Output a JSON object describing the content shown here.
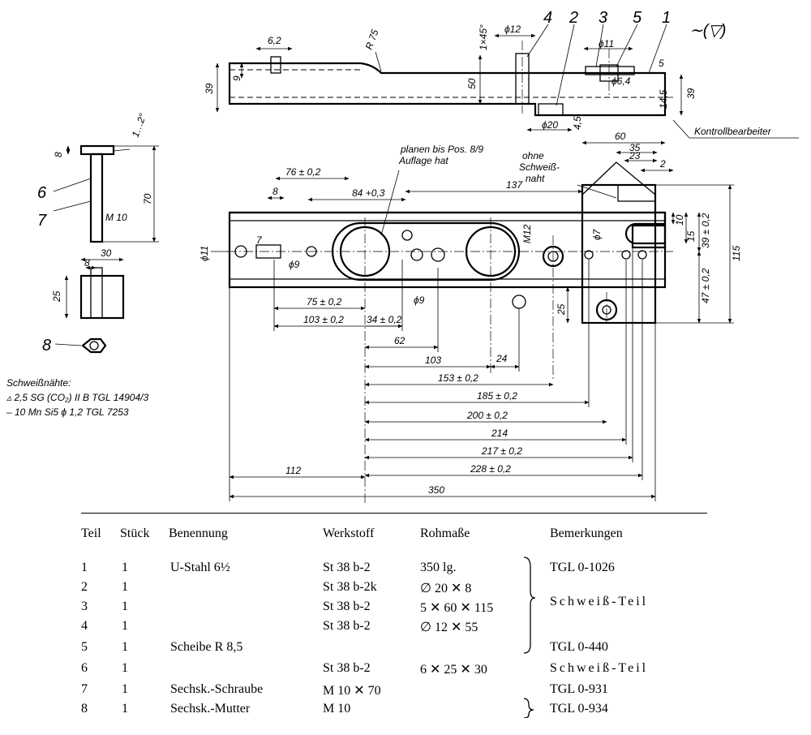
{
  "views": {
    "top": {
      "dims": [
        "6,2",
        "R 75",
        "1×45°",
        "ϕ12",
        "ϕ11",
        "39",
        "9",
        "50",
        "5",
        "14,5",
        "39",
        "ϕ20",
        "4,5",
        "ϕ6,4"
      ],
      "positions": [
        "4",
        "2",
        "3",
        "5",
        "1"
      ],
      "surface_symbol": "∼(▽)",
      "kontroll_label": "Kontrollbearbeiter"
    },
    "main": {
      "dims_top": [
        "76 ± 0,2",
        "8",
        "84 +0,3",
        "137",
        "60",
        "35",
        "23",
        "2"
      ],
      "dims_right": [
        "10",
        "15",
        "39 ± 0,2",
        "47 ± 0,2",
        "115"
      ],
      "dims_inner": [
        "ϕ11",
        "7",
        "ϕ9",
        "ϕ7",
        "M12",
        "25",
        "ϕ9"
      ],
      "dims_bottom": [
        "75 ± 0,2",
        "103 ± 0,2",
        "34 ± 0,2",
        "62",
        "103",
        "24",
        "153 ± 0,2",
        "185 ± 0,2",
        "200 ± 0,2",
        "214",
        "217 ± 0,2",
        "228 ± 0,2",
        "112",
        "350"
      ],
      "note_planen": [
        "planen bis Pos. 8/9",
        "Auflage hat"
      ],
      "note_ohne": [
        "ohne",
        "Schweiß-",
        "naht"
      ]
    },
    "left": {
      "pos_labels": [
        "6",
        "7",
        "8"
      ],
      "dims": [
        "8",
        "1…2°",
        "70",
        "M 10",
        "30",
        "8",
        "25"
      ]
    }
  },
  "weld_note": {
    "title": "Schweißnähte:",
    "line1": "▵ 2,5 SG (CO₂) II B TGL 14904/3",
    "line2": "– 10 Mn Si5 ϕ 1,2 TGL 7253"
  },
  "table": {
    "headers": [
      "Teil",
      "Stück",
      "Benennung",
      "Werkstoff",
      "Rohmaße",
      "Bemerkungen"
    ],
    "rows": [
      {
        "teil": "1",
        "stueck": "1",
        "benennung": "U-Stahl 6½",
        "werkstoff": "St 38 b-2",
        "rohmasse": "350 lg.",
        "bemerkung": "TGL 0-1026"
      },
      {
        "teil": "2",
        "stueck": "1",
        "benennung": "",
        "werkstoff": "St 38 b-2k",
        "rohmasse": "∅ 20 ✕ 8",
        "bemerkung": "Schweiß-Teil"
      },
      {
        "teil": "3",
        "stueck": "1",
        "benennung": "",
        "werkstoff": "St 38 b-2",
        "rohmasse": "5 ✕ 60 ✕ 115",
        "bemerkung": ""
      },
      {
        "teil": "4",
        "stueck": "1",
        "benennung": "",
        "werkstoff": "St 38 b-2",
        "rohmasse": "∅ 12 ✕ 55",
        "bemerkung": ""
      },
      {
        "teil": "5",
        "stueck": "1",
        "benennung": "Scheibe R 8,5",
        "werkstoff": "",
        "rohmasse": "",
        "bemerkung": "TGL 0-440"
      },
      {
        "teil": "6",
        "stueck": "1",
        "benennung": "",
        "werkstoff": "St 38 b-2",
        "rohmasse": "6 ✕ 25 ✕ 30",
        "bemerkung": "Schweiß-Teil"
      },
      {
        "teil": "7",
        "stueck": "1",
        "benennung": "Sechsk.-Schraube",
        "werkstoff": "M 10 ✕ 70",
        "rohmasse": "",
        "bemerkung": "TGL 0-931"
      },
      {
        "teil": "8",
        "stueck": "1",
        "benennung": "Sechsk.-Mutter",
        "werkstoff": "M 10",
        "rohmasse": "",
        "bemerkung": "TGL 0-934"
      }
    ]
  }
}
